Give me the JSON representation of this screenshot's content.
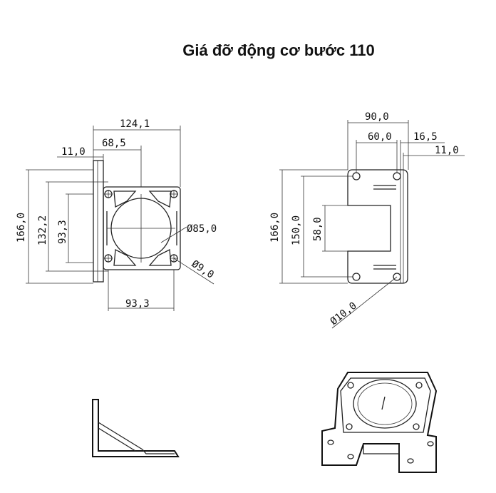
{
  "title": "Giá đỡ động cơ bước 110",
  "front_view": {
    "width_total": "124,1",
    "width_inner": "68,5",
    "offset": "11,0",
    "height_total": "166,0",
    "height_holes": "132,2",
    "height_square": "93,3",
    "bore": "Ø85,0",
    "hole": "Ø9,0",
    "width_square": "93,3"
  },
  "side_view": {
    "width_total": "90,0",
    "width_inner": "60,0",
    "offset_a": "16,5",
    "offset_b": "11,0",
    "height_total": "166,0",
    "height_holes": "150,0",
    "height_slot": "58,0",
    "hole": "Ø10,0"
  }
}
